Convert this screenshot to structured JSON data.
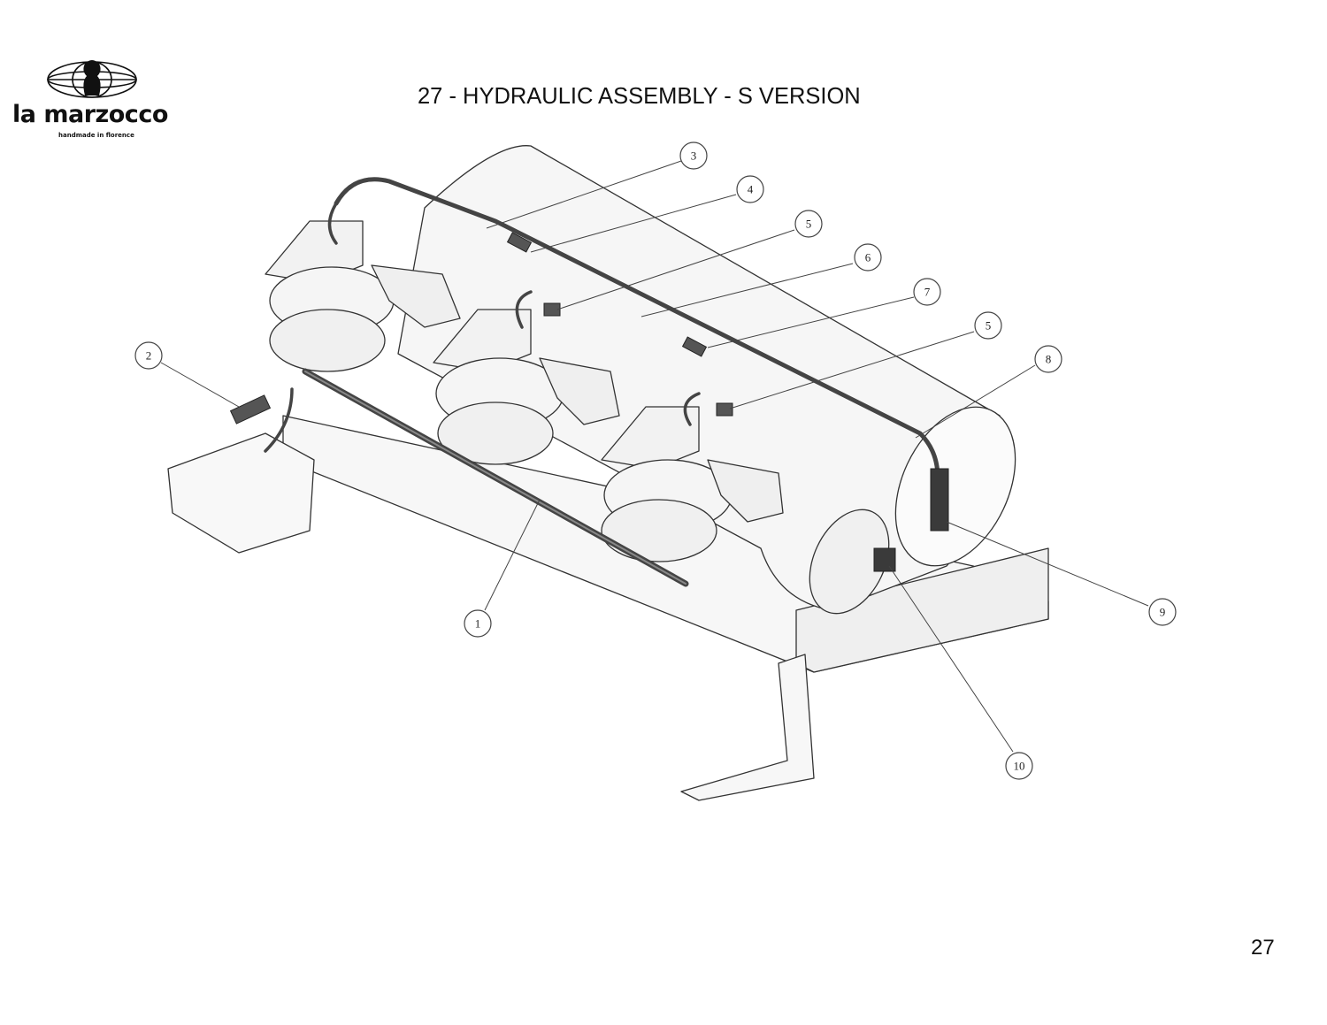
{
  "header": {
    "brand_name": "la marzocco",
    "brand_tagline": "handmade in florence",
    "title": "27 - HYDRAULIC ASSEMBLY - S VERSION"
  },
  "diagram": {
    "callouts": [
      "3",
      "4",
      "5",
      "6",
      "7",
      "5",
      "8",
      "2",
      "1",
      "9",
      "10"
    ]
  },
  "footer": {
    "page_number": "27"
  },
  "colors": {
    "line": "#333333",
    "pipe": "#444444",
    "part_fill": "#f2f2f2",
    "background": "#ffffff"
  }
}
